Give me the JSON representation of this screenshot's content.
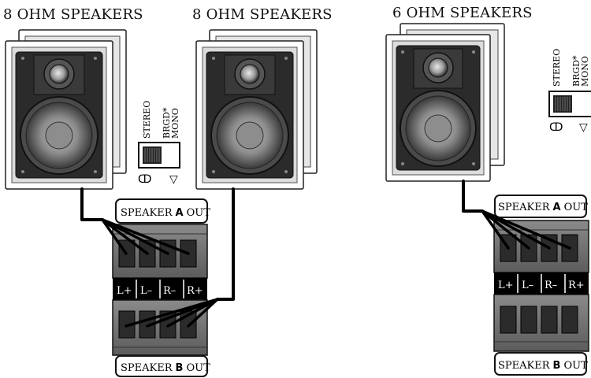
{
  "titles": {
    "left": "8 OHM SPEAKERS",
    "middle": "8 OHM SPEAKERS",
    "right": "6 OHM SPEAKERS"
  },
  "switch": {
    "stereo": "STEREO",
    "brgd": "BRGD*",
    "mono": "MONO",
    "stereo_symbol": "ↀ",
    "mono_symbol": "▽"
  },
  "terminal": {
    "speaker_word": "SPEAKER",
    "out_word": "OUT",
    "a_letter": "A",
    "b_letter": "B",
    "channels": [
      "L+",
      "L–",
      "R–",
      "R+"
    ]
  }
}
